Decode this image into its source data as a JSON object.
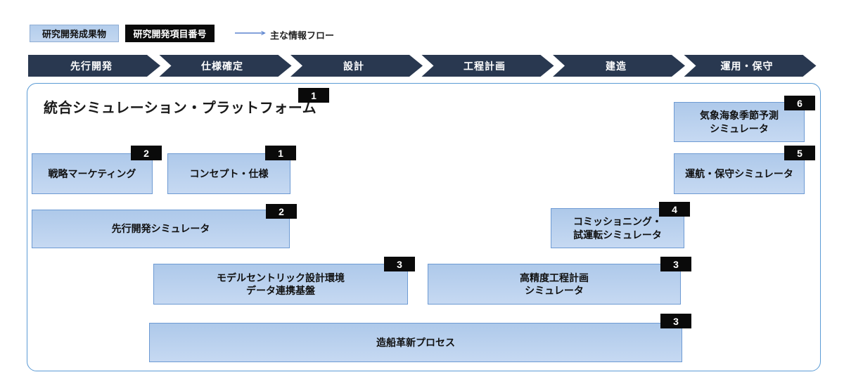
{
  "legend": {
    "deliverable_label": "研究開発成果物",
    "item_number_label": "研究開発項目番号",
    "flow_label": "主な情報フロー"
  },
  "phases": [
    {
      "label": "先行開発"
    },
    {
      "label": "仕様確定"
    },
    {
      "label": "設計"
    },
    {
      "label": "工程計画"
    },
    {
      "label": "建造"
    },
    {
      "label": "運用・保守"
    }
  ],
  "platform": {
    "title": "統合シミュレーション・プラットフォーム",
    "badge": "1"
  },
  "nodes": [
    {
      "id": "strategy-marketing",
      "label": "戦略マーケティング",
      "badge": "2"
    },
    {
      "id": "concept-spec",
      "label": "コンセプト・仕様",
      "badge": "1"
    },
    {
      "id": "advance-dev-sim",
      "label": "先行開発シミュレータ",
      "badge": "2"
    },
    {
      "id": "model-centric-env",
      "label": "モデルセントリック設計環境\nデータ連携基盤",
      "badge": "3"
    },
    {
      "id": "schedule-sim",
      "label": "高精度工程計画\nシミュレータ",
      "badge": "3"
    },
    {
      "id": "shipbuilding-process",
      "label": "造船革新プロセス",
      "badge": "3"
    },
    {
      "id": "commissioning-sim",
      "label": "コミッショニング・\n試運転シミュレータ",
      "badge": "4"
    },
    {
      "id": "operation-sim",
      "label": "運航・保守シミュレータ",
      "badge": "5"
    },
    {
      "id": "weather-forecast-sim",
      "label": "気象海象季節予測\nシミュレータ",
      "badge": "6"
    }
  ],
  "colors": {
    "node_fill": "#bdd3ee",
    "node_border": "#6d9ad3",
    "chevron_fill": "#293850",
    "arrow": "#5b84cf",
    "container_border": "#5b9bd5",
    "badge_bg": "#0a0a0a"
  }
}
